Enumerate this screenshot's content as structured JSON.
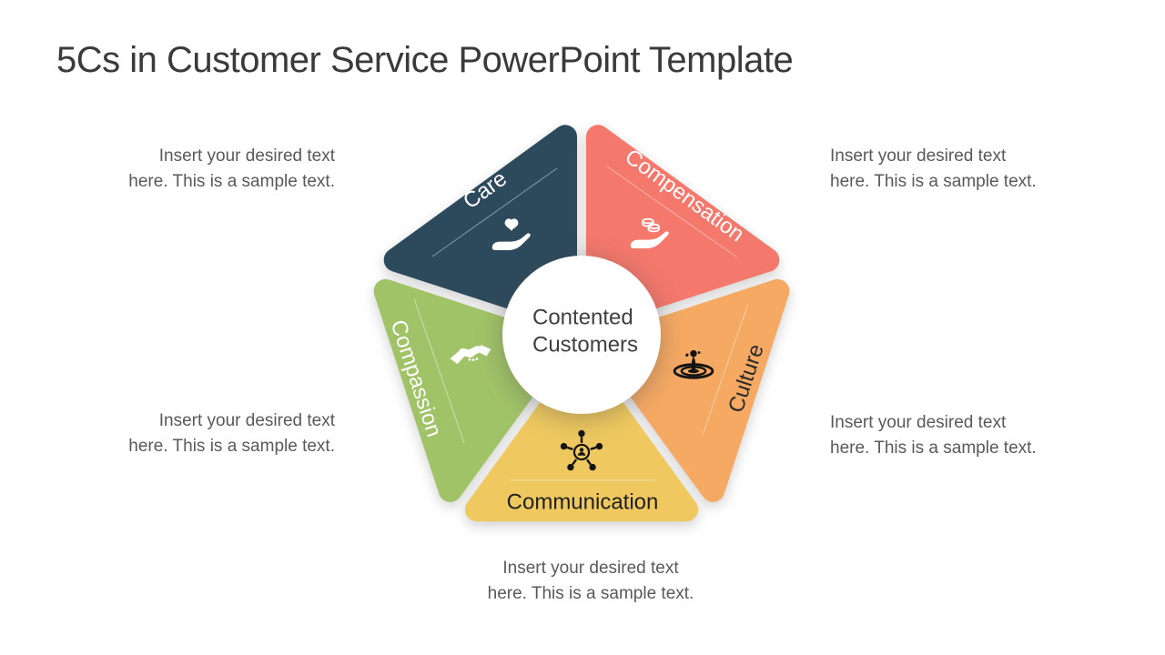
{
  "title": "5Cs in Customer Service PowerPoint Template",
  "center": {
    "line1": "Contented",
    "line2": "Customers",
    "bg_color": "#ffffff",
    "text_color": "#3f3f3f"
  },
  "segments": [
    {
      "id": "care",
      "label": "Care",
      "color": "#2d4a5c",
      "label_color": "#ffffff",
      "icon": "hand-holding-heart-icon"
    },
    {
      "id": "compensation",
      "label": "Compensation",
      "color": "#f4786c",
      "label_color": "#ffffff",
      "icon": "hand-holding-coins-icon"
    },
    {
      "id": "culture",
      "label": "Culture",
      "color": "#f5a963",
      "label_color": "#2b2b2b",
      "icon": "water-ripple-icon"
    },
    {
      "id": "communication",
      "label": "Communication",
      "color": "#efc95f",
      "label_color": "#1f1f1f",
      "icon": "people-network-icon"
    },
    {
      "id": "compassion",
      "label": "Compassion",
      "color": "#a1c368",
      "label_color": "#ffffff",
      "icon": "handshake-icon"
    }
  ],
  "placeholders": [
    {
      "position": "top-left",
      "lines": [
        "Insert your desired text",
        "here. This is a sample text."
      ]
    },
    {
      "position": "top-right",
      "lines": [
        "Insert your desired text",
        "here. This is a sample text."
      ]
    },
    {
      "position": "mid-left",
      "lines": [
        "Insert your desired text",
        "here. This is a sample text."
      ]
    },
    {
      "position": "mid-right",
      "lines": [
        "Insert your desired text",
        "here. This is a sample text."
      ]
    },
    {
      "position": "bottom-center",
      "lines": [
        "Insert your desired text",
        "here. This is a sample text."
      ]
    }
  ]
}
